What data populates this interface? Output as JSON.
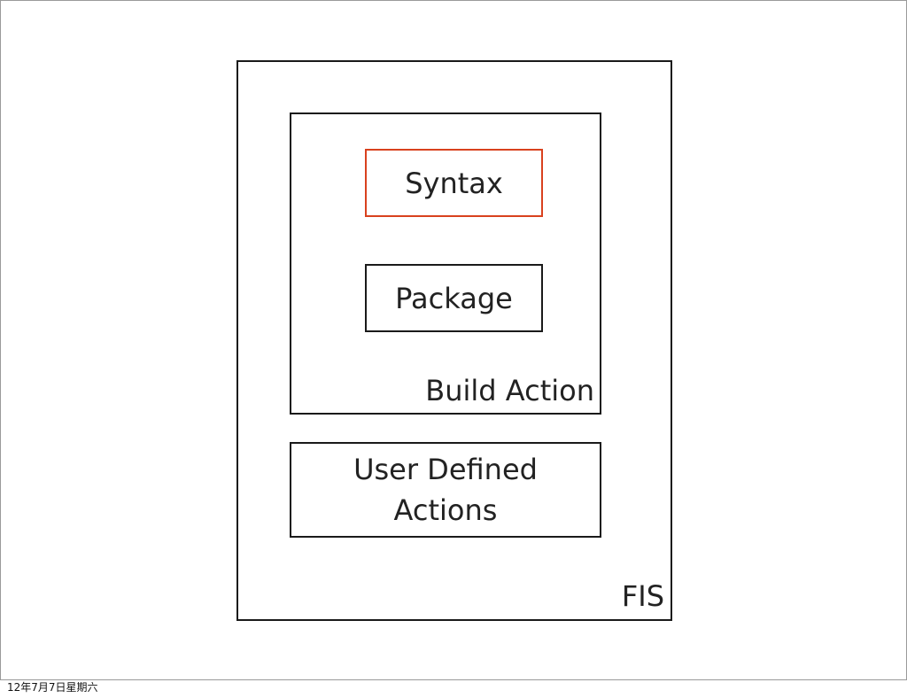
{
  "diagram": {
    "outer": {
      "label": "FIS"
    },
    "build_action": {
      "label": "Build Action"
    },
    "syntax": {
      "label": "Syntax"
    },
    "package": {
      "label": "Package"
    },
    "user_defined": {
      "label": "User Defined\nActions"
    }
  },
  "footer": {
    "timestamp": "12年7月7日星期六"
  },
  "colors": {
    "border": "#1a1a1a",
    "highlight_border": "#d9411e",
    "text": "#222222",
    "background": "#ffffff"
  }
}
